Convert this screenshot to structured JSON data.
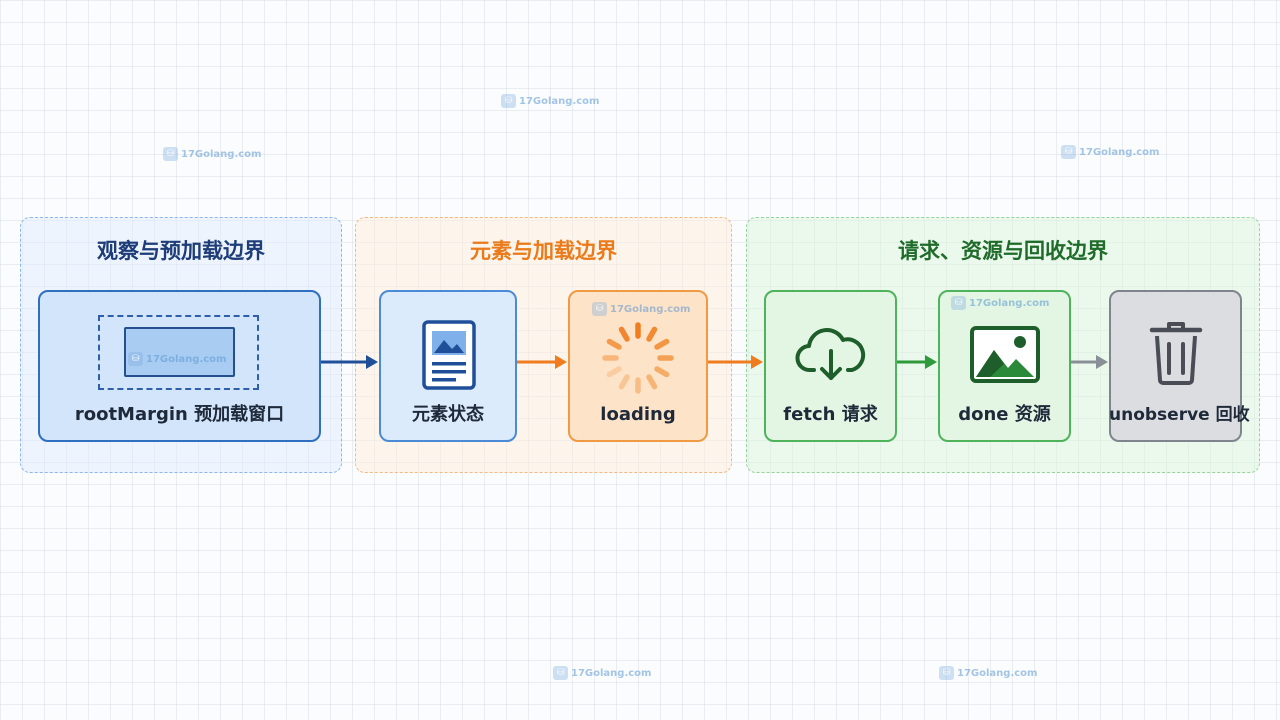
{
  "groups": {
    "observe": {
      "title": "观察与预加载边界"
    },
    "element": {
      "title": "元素与加载边界"
    },
    "request": {
      "title": "请求、资源与回收边界"
    }
  },
  "nodes": {
    "root_margin": {
      "label": "rootMargin 预加载窗口"
    },
    "element_state": {
      "label": "元素状态"
    },
    "loading": {
      "label": "loading"
    },
    "fetch": {
      "label": "fetch 请求"
    },
    "done": {
      "label": "done 资源"
    },
    "unobserve": {
      "label": "unobserve 回收"
    }
  },
  "watermark": {
    "text": "17Golang.com"
  },
  "colors": {
    "blue": "#1f4f99",
    "orange": "#ef7d1f",
    "green": "#2e9a3c",
    "gray": "#8a8e96"
  }
}
